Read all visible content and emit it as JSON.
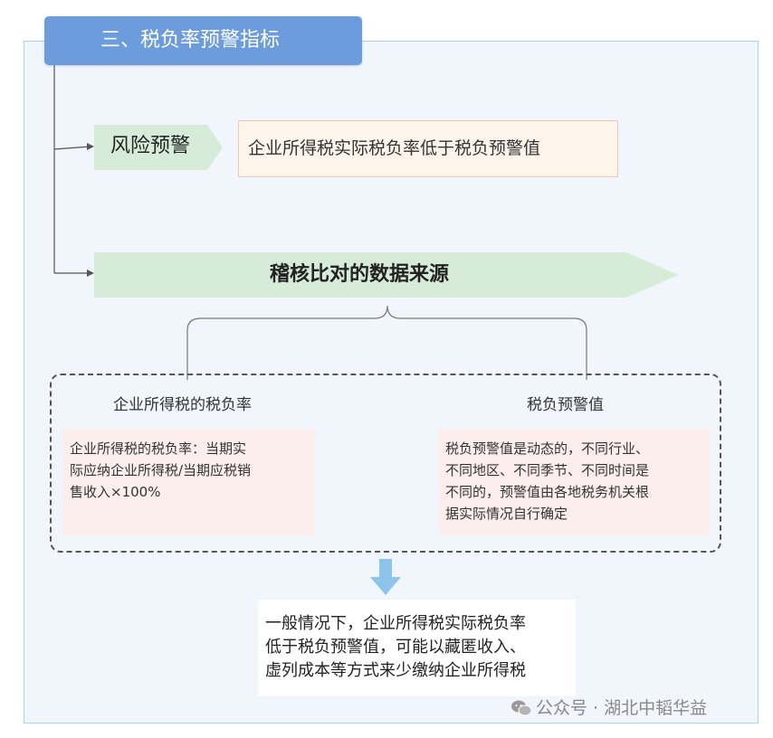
{
  "title": "三、税负率预警指标",
  "risk": {
    "tag": "风险预警",
    "description": "企业所得税实际税负率低于税负预警值"
  },
  "source": {
    "banner": "稽核比对的数据来源"
  },
  "columns": [
    {
      "title": "企业所得税的税负率",
      "lines": [
        "企业所得税的税负率：当期实",
        "际应纳企业所得税/当期应税销",
        "售收入×100%"
      ]
    },
    {
      "title": "税负预警值",
      "lines": [
        "税负预警值是动态的，不同行业、",
        "不同地区、不同季节、不同时间是",
        "不同的，预警值由各地税务机关根",
        "据实际情况自行确定"
      ]
    }
  ],
  "conclusion": {
    "lines": [
      "一般情况下，企业所得税实际税负率",
      "低于税负预警值，可能以藏匿收入、",
      "虚列成本等方式来少缴纳企业所得税"
    ]
  },
  "watermark": {
    "text": "公众号 · 湖北中韬华益"
  },
  "colors": {
    "title_tab": "#6c9cdc",
    "arrow_fill": "#d6ecd8",
    "pink_box": "#fdeeee",
    "down_arrow": "#8cc4ec"
  }
}
